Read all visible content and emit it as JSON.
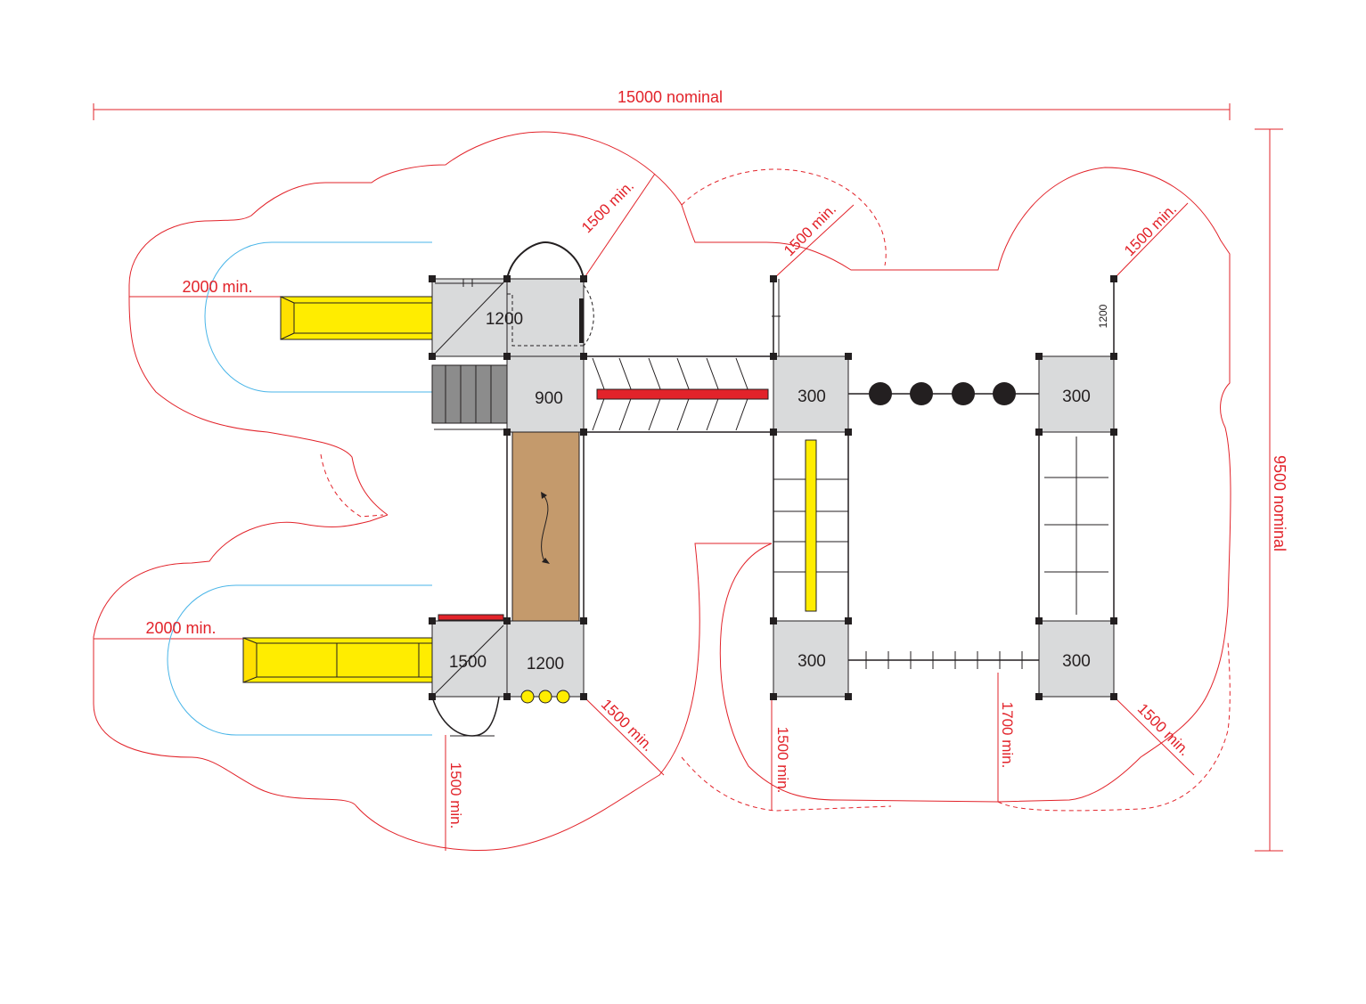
{
  "dimensions": {
    "overall_width": "15000 nominal",
    "overall_height": "9500 nominal",
    "top_slide_zone": "2000 min.",
    "bottom_slide_zone": "2000 min.",
    "top_center_clearance": "1500 min.",
    "top_middle_clearance": "1500 min.",
    "top_right_clearance": "1500 min.",
    "bottom_left_clearance": "1500 min.",
    "bottom_mid_clearance": "1500 min.",
    "bottom_center_clearance": "1500 min.",
    "bottom_right_gap": "1700 min.",
    "bottom_right_clearance": "1500 min.",
    "post_height_label": "1200"
  },
  "decks": {
    "top_left": "1200",
    "middle_left": "900",
    "bottom_left_a": "1500",
    "bottom_left_b": "1200",
    "right_top_left": "300",
    "right_top_right": "300",
    "right_bottom_left": "300",
    "right_bottom_right": "300"
  },
  "colors": {
    "dimension_red": "#e2232a",
    "slide_yellow": "#ffed00",
    "deck_gray": "#d9dadb",
    "bridge_brown": "#c49a6c",
    "slide_zone_blue": "#49b5e8",
    "steps_gray": "#8c8c8c"
  }
}
